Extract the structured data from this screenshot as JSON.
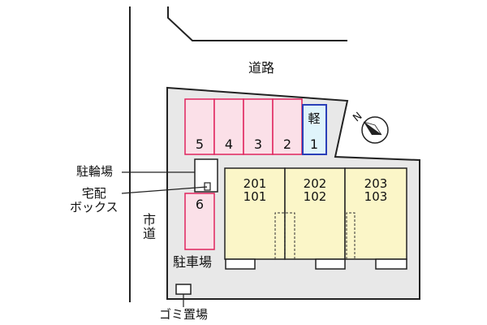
{
  "map": {
    "road_north": "道路",
    "road_west": "市道",
    "north_marker": "N",
    "bicycle_parking": "駐輪場",
    "delivery_box": "宅配\nボックス",
    "car_parking": "駐車場",
    "garbage": "ゴミ置場"
  },
  "parking_stalls": [
    {
      "label": "5",
      "type": "regular"
    },
    {
      "label": "4",
      "type": "regular"
    },
    {
      "label": "3",
      "type": "regular"
    },
    {
      "label": "2",
      "type": "regular"
    },
    {
      "label": "1",
      "type": "kei",
      "kei_label": "軽"
    },
    {
      "label": "6",
      "type": "regular"
    }
  ],
  "units": [
    {
      "upper": "201",
      "lower": "101"
    },
    {
      "upper": "202",
      "lower": "102"
    },
    {
      "upper": "203",
      "lower": "103"
    }
  ],
  "colors": {
    "lot": "#e8e8e8",
    "stall_fill": "#fbe0e8",
    "stall_border": "#e0245e",
    "kei_fill": "#dff4fb",
    "kei_border": "#2a3fb8",
    "building_fill": "#fbf6c8",
    "outline": "#222222"
  }
}
